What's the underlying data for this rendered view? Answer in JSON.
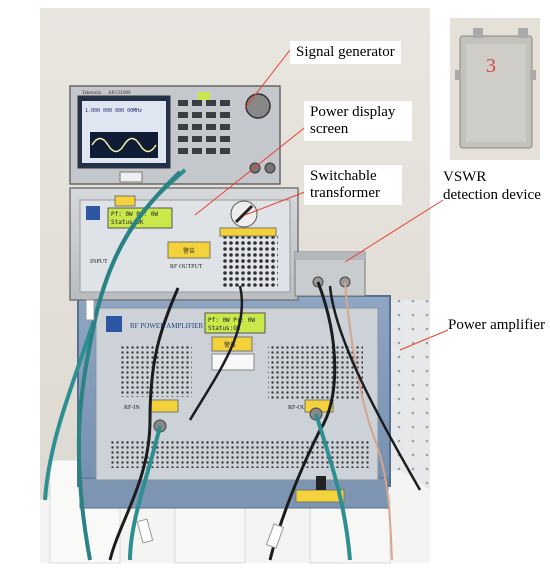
{
  "labels": {
    "signal_generator": "Signal generator",
    "power_display_screen": "Power display screen",
    "switchable_transformer": "Switchable transformer",
    "vswr_detection_device": "VSWR detection device",
    "power_amplifier": "Power amplifier"
  },
  "equipment_text": {
    "generator_brand": "Tektronix",
    "generator_model": "AFG31000",
    "generator_freq": "1.000 000 000 00MHz",
    "transformer_display_line1": "Pf:  0W Pr:  0W",
    "transformer_display_line2": "Status:OK",
    "transformer_input": "INPUT",
    "transformer_output": "RF OUTPUT",
    "transformer_warning": "警告",
    "amplifier_title": "RF POWER AMPLIFIER",
    "amplifier_display_line1": "Pf:  0W Pr:  0W",
    "amplifier_display_line2": "Status:OK",
    "amplifier_rf_in": "RF-IN",
    "amplifier_rf_out": "RF-OUT",
    "amplifier_warning": "警告",
    "vswr_marking": "3"
  },
  "colors": {
    "callout_line": "#e8422f",
    "lcd_green": "#c9e84a",
    "panel_blue": "#8fa8c4",
    "warning_yellow": "#f3d23b"
  }
}
